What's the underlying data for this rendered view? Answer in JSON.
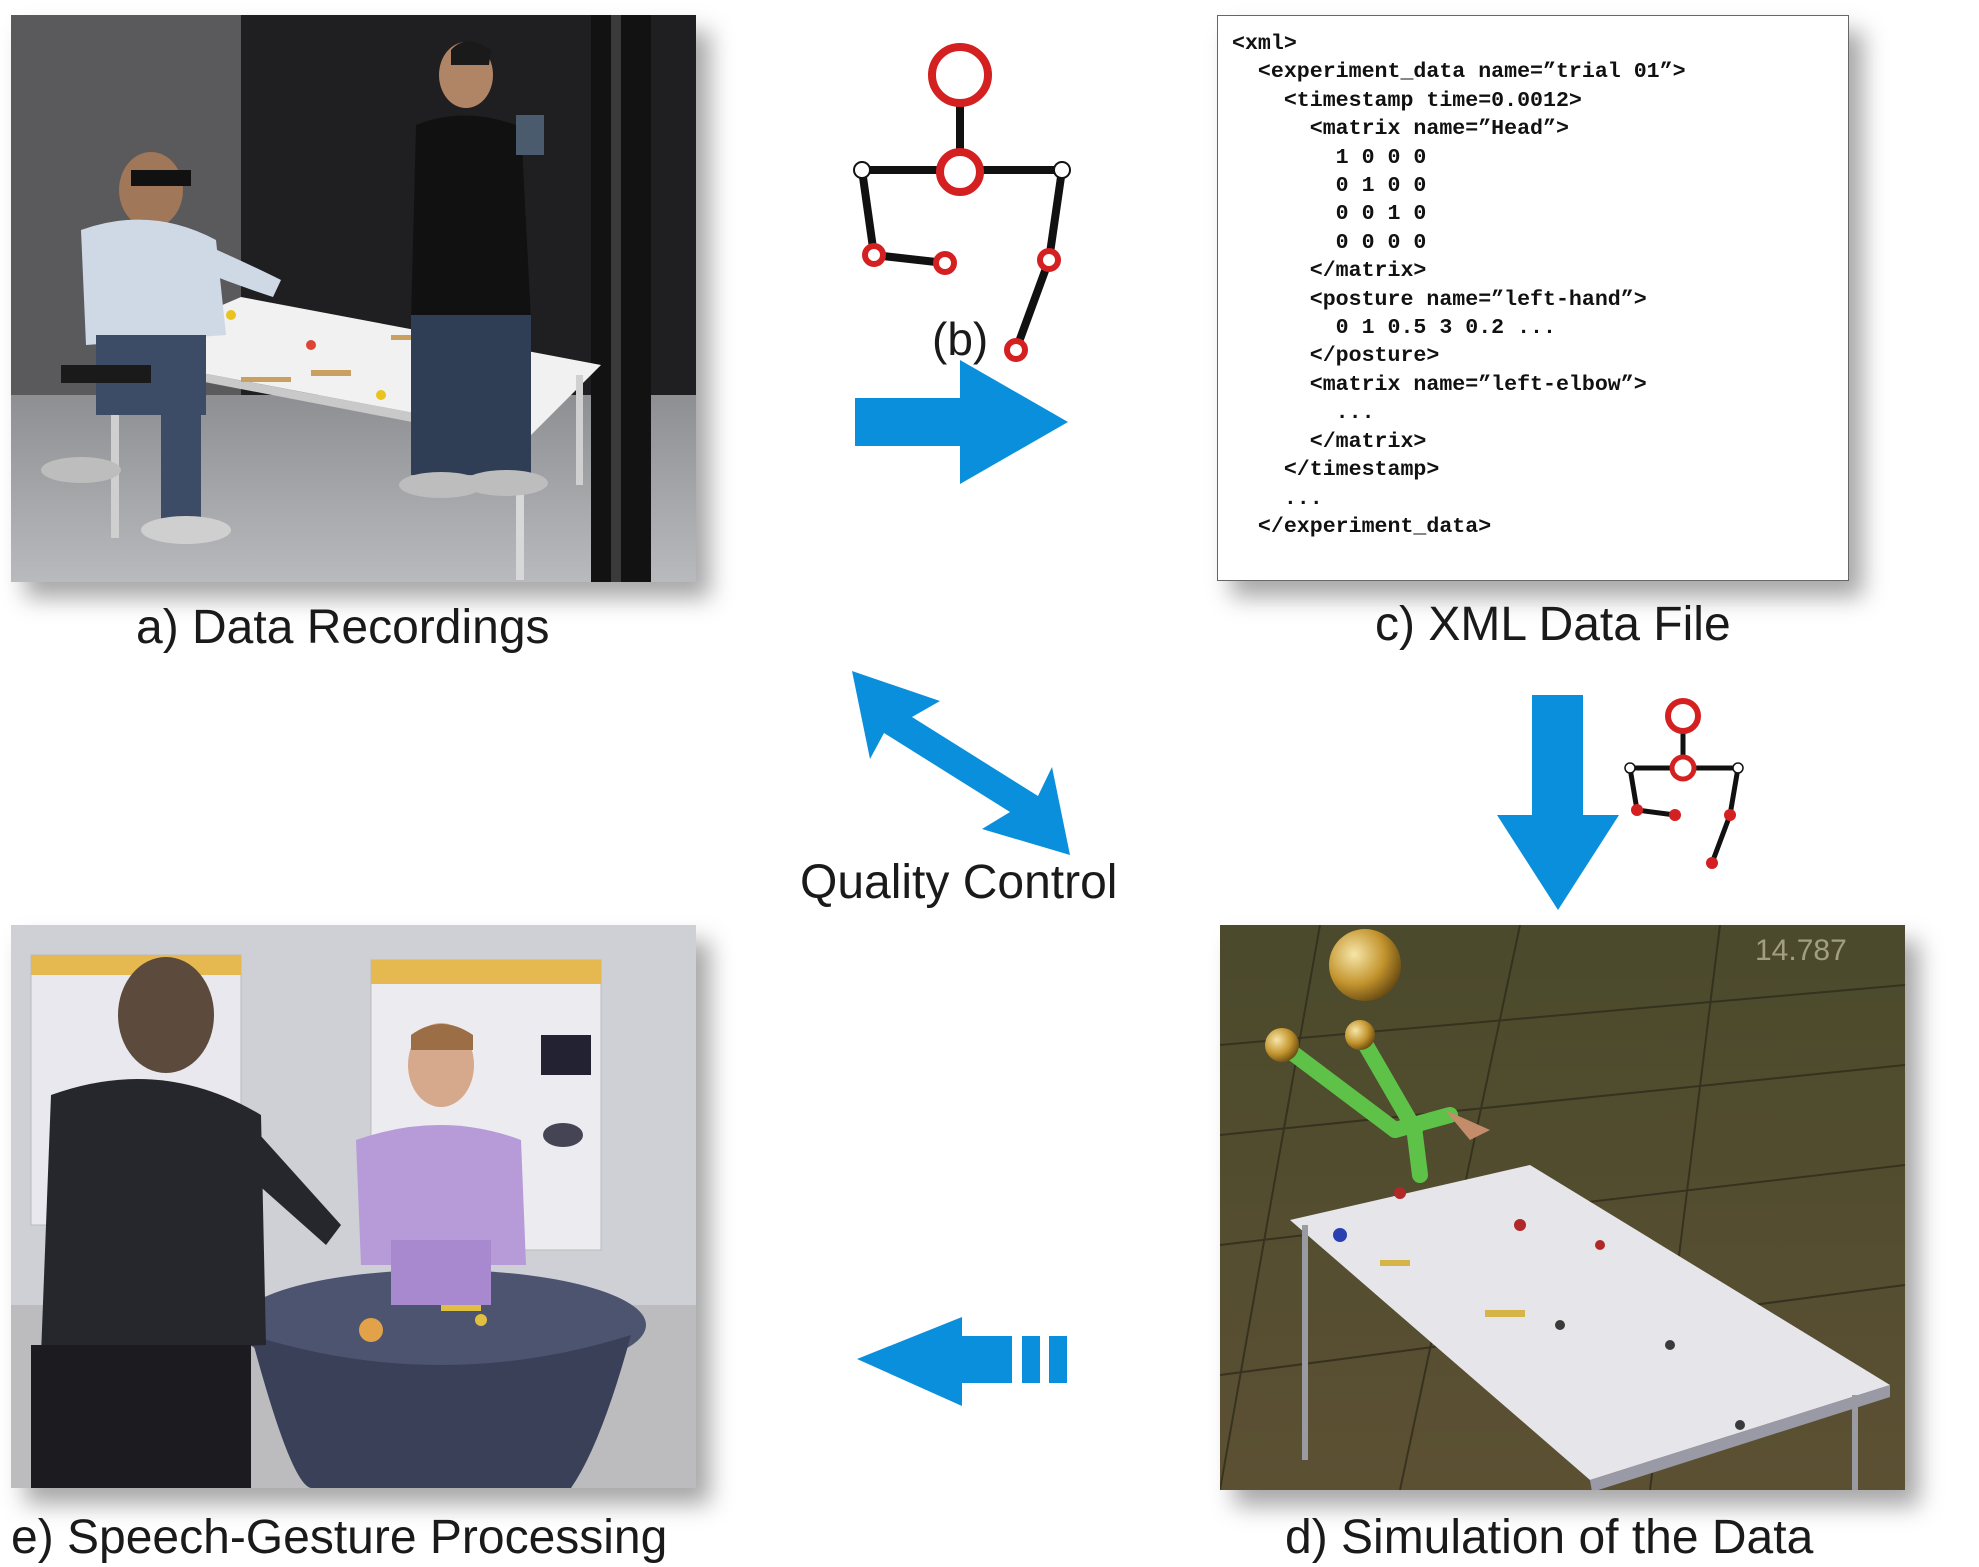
{
  "captions": {
    "a": "a) Data Recordings",
    "b": "(b)",
    "c": "c) XML Data File",
    "d": "d) Simulation of the Data",
    "e": "e) Speech-Gesture Processing",
    "center": "Quality Control"
  },
  "xml_lines": [
    "<xml>",
    "  <experiment_data name=”trial 01”>",
    "    <timestamp time=0.0012>",
    "      <matrix name=”Head”>",
    "        1 0 0 0",
    "        0 1 0 0",
    "        0 0 1 0",
    "        0 0 0 0",
    "      </matrix>",
    "      <posture name=”left-hand”>",
    "        0 1 0.5 3 0.2 ...",
    "      </posture>",
    "      <matrix name=”left-elbow”>",
    "        ...",
    "      </matrix>",
    "    </timestamp>",
    "    ...",
    "  </experiment_data>"
  ],
  "simulation_timestamp": "14.787",
  "colors": {
    "arrow": "#0a8fdc",
    "skeleton_joint": "#d42020",
    "skeleton_bone": "#111111"
  },
  "icons": {
    "photo_a": "motion-capture-photo",
    "photo_d": "simulation-render",
    "photo_e": "virtual-agent-photo",
    "skeleton": "skeleton-icon"
  }
}
